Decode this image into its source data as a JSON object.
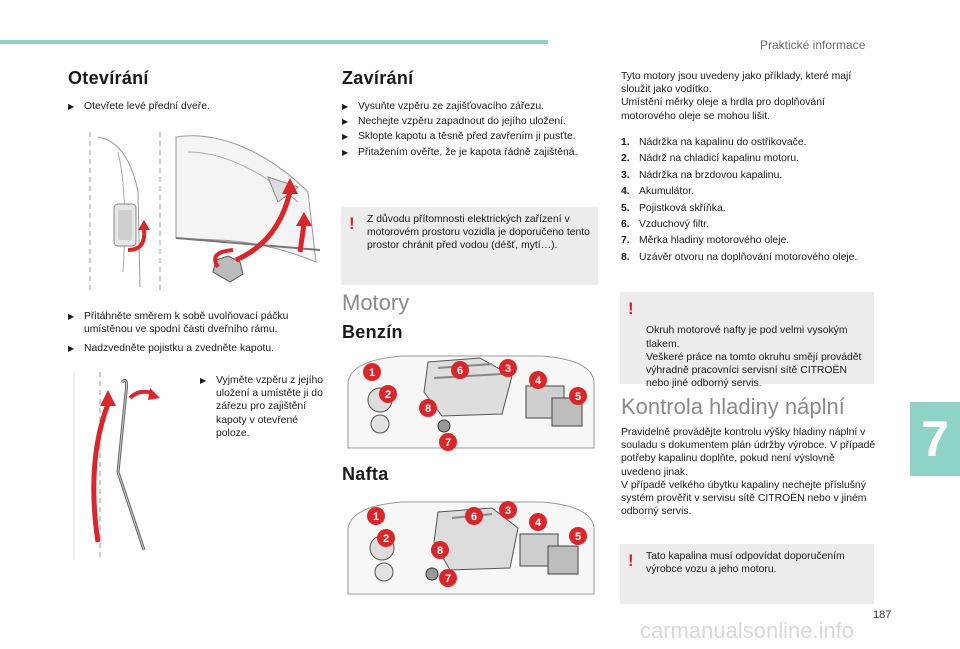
{
  "header": {
    "section": "Praktické informace"
  },
  "opening": {
    "title": "Otevírání",
    "step1": "Otevřete levé přední dveře.",
    "step2": "Přitáhněte směrem k sobě uvolňovací páčku umístěnou ve spodní části dveřního rámu.",
    "step3": "Nadzvedněte pojistku a zvedněte kapotu.",
    "step4": "Vyjměte vzpěru z jejího uložení a umístěte ji do zářezu pro zajištění kapoty v otevřené poloze."
  },
  "closing": {
    "title": "Zavírání",
    "steps": [
      "Vysuňte vzpěru ze zajišťovacího zářezu.",
      "Nechejte vzpěru zapadnout do jejího uložení.",
      "Sklopte kapotu a těsně před zavřením ji pusťte.",
      "Přitažením ověřte, že je kapota řádně zajištěná."
    ],
    "note": "Z důvodu přítomnosti elektrických zařízení v motorovém prostoru vozidla je doporučeno tento prostor chránit před vodou (déšť, mytí…)."
  },
  "engines": {
    "title": "Motory",
    "petrol": "Benzín",
    "diesel": "Nafta",
    "petrol_callouts": [
      "1",
      "2",
      "8",
      "7",
      "6",
      "3",
      "4",
      "5"
    ],
    "diesel_callouts": [
      "1",
      "2",
      "8",
      "7",
      "6",
      "3",
      "4",
      "5"
    ]
  },
  "right": {
    "intro": "Tyto motory jsou uvedeny jako příklady, které mají sloužit jako vodítko.\nUmístění měrky oleje a hrdla pro doplňování motorového oleje se mohou lišit.",
    "items": [
      {
        "n": "1.",
        "t": "Nádržka na kapalinu do ostřikovače."
      },
      {
        "n": "2.",
        "t": "Nádrž na chladicí kapalinu motoru."
      },
      {
        "n": "3.",
        "t": "Nádržka na brzdovou kapalinu."
      },
      {
        "n": "4.",
        "t": "Akumulátor."
      },
      {
        "n": "5.",
        "t": "Pojistková skříňka."
      },
      {
        "n": "6.",
        "t": "Vzduchový filtr."
      },
      {
        "n": "7.",
        "t": "Měrka hladiny motorového oleje."
      },
      {
        "n": "8.",
        "t": "Uzávěr otvoru na doplňování motorového oleje."
      }
    ],
    "note1": "Okruh motorové nafty je pod velmi vysokým tlakem.\nVeškeré práce na tomto okruhu smějí provádět výhradně pracovníci servisní sítě CITROËN nebo jiné odborný servis.",
    "levels_title": "Kontrola hladiny náplní",
    "levels_text": "Pravidelně provádějte kontrolu výšky hladiny náplní v souladu s dokumentem plán údržby výrobce. V případě potřeby kapalinu doplňte, pokud není výslovně uvedeno jinak.\nV případě velkého úbytku kapaliny nechejte příslušný systém prověřit v servisu sítě CITROËN nebo v jiném odborný servis.",
    "note2": "Tato kapalina musí odpovídat doporučením výrobce vozu a jeho motoru."
  },
  "chapter": "7",
  "page_number": "187",
  "watermark": "carmanualsonline.info",
  "colors": {
    "accent": "#8fd3c7",
    "warning": "#d9262b",
    "callout": "#d9262b",
    "note_bg": "#ececec"
  },
  "icons": {
    "bullet": "bullet-arrow-icon",
    "warning": "exclamation-icon"
  }
}
